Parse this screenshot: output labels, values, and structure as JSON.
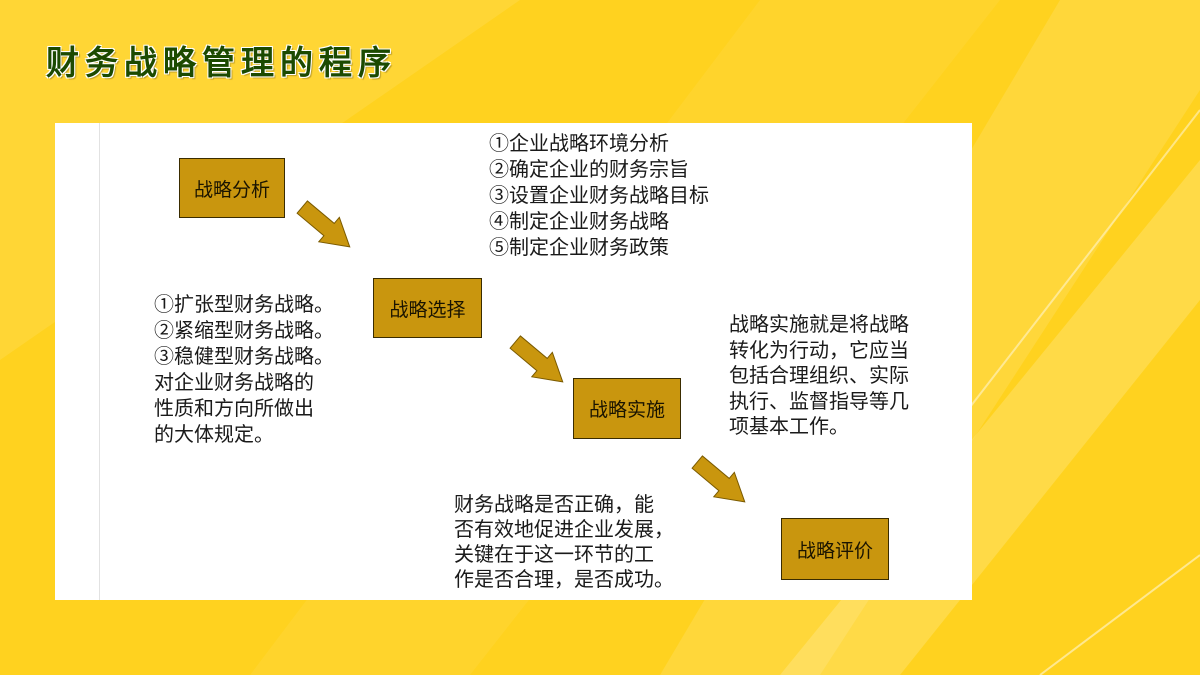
{
  "slide": {
    "title": "财务战略管理的程序"
  },
  "diagram": {
    "steps": [
      {
        "label": "战略分析"
      },
      {
        "label": "战略选择"
      },
      {
        "label": "战略实施"
      },
      {
        "label": "战略评价"
      }
    ],
    "analysis_notes": [
      "①企业战略环境分析",
      "②确定企业的财务宗旨",
      "③设置企业财务战略目标",
      "④制定企业财务战略",
      "⑤制定企业财务政策"
    ],
    "choice_notes": [
      "①扩张型财务战略。",
      "②紧缩型财务战略。",
      "③稳健型财务战略。",
      "对企业财务战略的",
      "性质和方向所做出",
      "的大体规定。"
    ],
    "implementation_notes": [
      "战略实施就是将战略",
      "转化为行动，它应当",
      "包括合理组织、实际",
      "执行、监督指导等几",
      "项基本工作。"
    ],
    "evaluation_notes": [
      "财务战略是否正确，能",
      "否有效地促进企业发展，",
      "关键在于这一环节的工",
      "作是否合理，是否成功。"
    ]
  },
  "icons": {
    "flow_arrow": "arrow-down-right-icon"
  },
  "colors": {
    "background": "#FFD21F",
    "step_box": "#C9960E",
    "title": "#1C4A00",
    "panel": "#FFFFFF"
  }
}
